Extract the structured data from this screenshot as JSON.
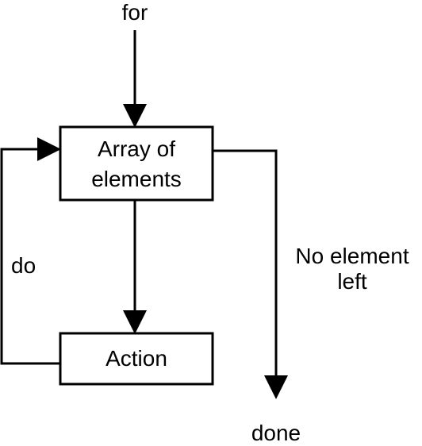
{
  "labels": {
    "start": "for",
    "loop": "do",
    "exit_condition_line1": "No element",
    "exit_condition_line2": "left",
    "end": "done"
  },
  "nodes": {
    "array": {
      "line1": "Array of",
      "line2": "elements"
    },
    "action": {
      "label": "Action"
    }
  }
}
